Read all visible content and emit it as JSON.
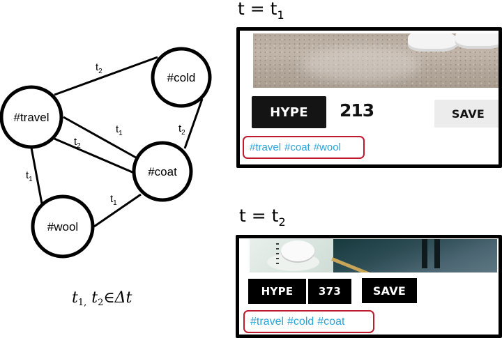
{
  "graph": {
    "nodes": [
      {
        "id": "cold",
        "label": "#cold"
      },
      {
        "id": "travel",
        "label": "#travel"
      },
      {
        "id": "coat",
        "label": "#coat"
      },
      {
        "id": "wool",
        "label": "#wool"
      }
    ],
    "edges": [
      {
        "from": "travel",
        "to": "cold",
        "label_base": "t",
        "label_sub": "2"
      },
      {
        "from": "cold",
        "to": "coat",
        "label_base": "t",
        "label_sub": "2"
      },
      {
        "from": "travel",
        "to": "coat",
        "label_base": "t",
        "label_sub": "1"
      },
      {
        "from": "travel",
        "to": "coat",
        "label_base": "t",
        "label_sub": "2"
      },
      {
        "from": "travel",
        "to": "wool",
        "label_base": "t",
        "label_sub": "1"
      },
      {
        "from": "wool",
        "to": "coat",
        "label_base": "t",
        "label_sub": "1"
      }
    ],
    "formula": {
      "t1_base": "t",
      "t1_sub": "1,",
      "t2_base": "t",
      "t2_sub": "2",
      "relation": "∈",
      "set": "Δt"
    }
  },
  "snapshots": [
    {
      "time_label_base": "t = t",
      "time_label_sub": "1",
      "hype_label": "HYPE",
      "hype_count": "213",
      "save_label": "SAVE",
      "tags": [
        "#travel",
        "#coat",
        "#wool"
      ],
      "photo": "pavement-with-white-sneakers"
    },
    {
      "time_label_base": "t = t",
      "time_label_sub": "2",
      "hype_label": "HYPE",
      "hype_count": "373",
      "save_label": "SAVE",
      "tags": [
        "#travel",
        "#cold",
        "#coat"
      ],
      "photo": "coffee-cup-and-street-with-boots"
    }
  ],
  "colors": {
    "tag_text": "#2aa3d8",
    "tag_highlight_border": "#c0182c",
    "button_dark": "#141414",
    "button_light": "#ececec"
  }
}
